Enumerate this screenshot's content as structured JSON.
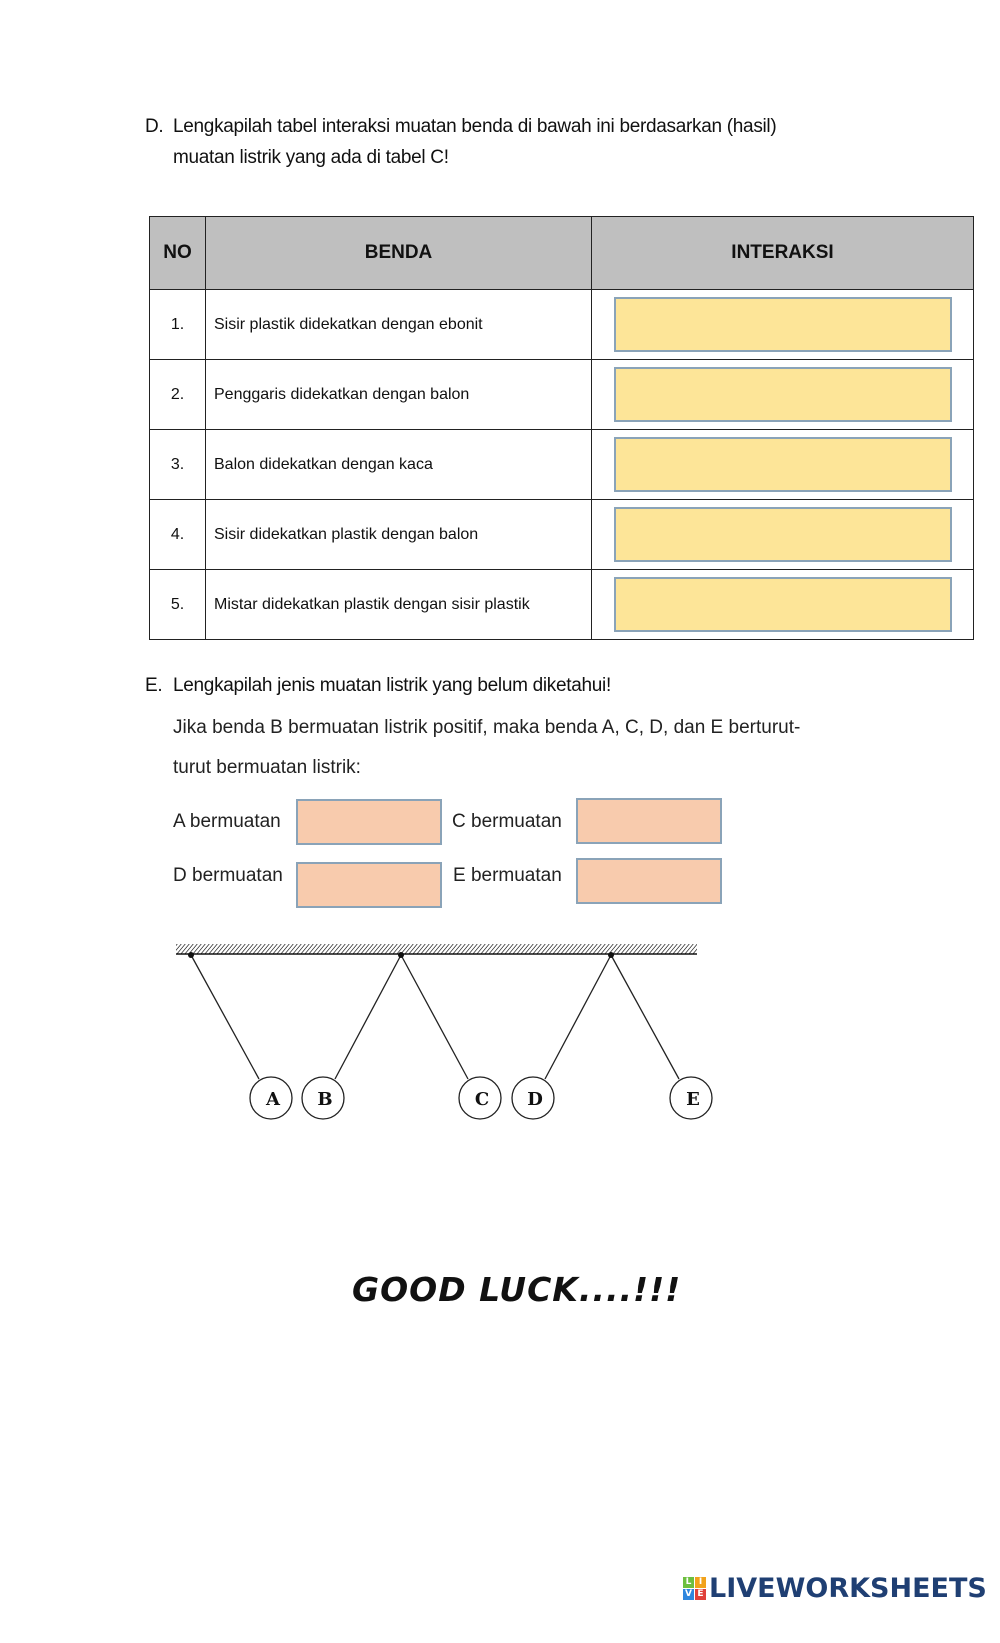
{
  "section_d": {
    "letter": "D.",
    "line1": "Lengkapilah tabel interaksi muatan benda di bawah ini berdasarkan (hasil)",
    "line2": "muatan listrik yang ada di tabel C!",
    "table": {
      "headers": [
        "NO",
        "BENDA",
        "INTERAKSI"
      ],
      "rows": [
        {
          "no": "1.",
          "benda": "Sisir plastik didekatkan dengan ebonit",
          "interaksi": ""
        },
        {
          "no": "2.",
          "benda": "Penggaris didekatkan dengan balon",
          "interaksi": ""
        },
        {
          "no": "3.",
          "benda": "Balon didekatkan dengan kaca",
          "interaksi": ""
        },
        {
          "no": "4.",
          "benda": "Sisir didekatkan plastik dengan balon",
          "interaksi": ""
        },
        {
          "no": "5.",
          "benda": "Mistar didekatkan plastik dengan sisir plastik",
          "interaksi": ""
        }
      ],
      "answer_color": "#fde598"
    }
  },
  "section_e": {
    "letter": "E.",
    "title": "Lengkapilah jenis muatan listrik yang belum diketahui!",
    "line1": "Jika benda B bermuatan listrik positif, maka benda A, C, D, dan E berturut-",
    "line2": "turut bermuatan listrik:",
    "fields": {
      "a": {
        "label": "A bermuatan",
        "value": ""
      },
      "c": {
        "label": "C bermuatan",
        "value": ""
      },
      "d": {
        "label": "D bermuatan",
        "value": ""
      },
      "e": {
        "label": "E bermuatan",
        "value": ""
      }
    },
    "answer_color": "#f8cbad",
    "diagram": {
      "balls": [
        "A",
        "B",
        "C",
        "D",
        "E"
      ]
    }
  },
  "footer": {
    "good_luck": "GOOD LUCK....!!!",
    "logo": "LIVEWORKSHEETS",
    "logo_tiles": [
      "L",
      "I",
      "V",
      "E"
    ]
  }
}
